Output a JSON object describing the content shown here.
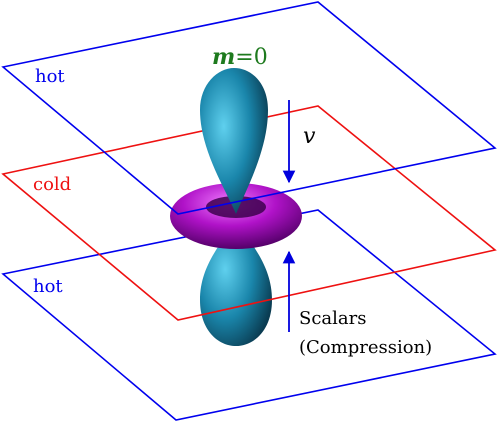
{
  "planes": {
    "top": {
      "label": "hot",
      "color": "#0000ee"
    },
    "middle": {
      "label": "cold",
      "color": "#ee1111"
    },
    "bottom": {
      "label": "hot",
      "color": "#0000ee"
    }
  },
  "mode_label": {
    "symbol": "m",
    "value": "=0",
    "color": "#1e7a1e"
  },
  "velocity": {
    "label": "v",
    "arrow_color": "#0000dd"
  },
  "scalars": {
    "line1": "Scalars",
    "line2": "(Compression)",
    "arrow_color": "#0000dd"
  },
  "colors": {
    "lobe": "#1a86ab",
    "torus": "#b012c8"
  }
}
